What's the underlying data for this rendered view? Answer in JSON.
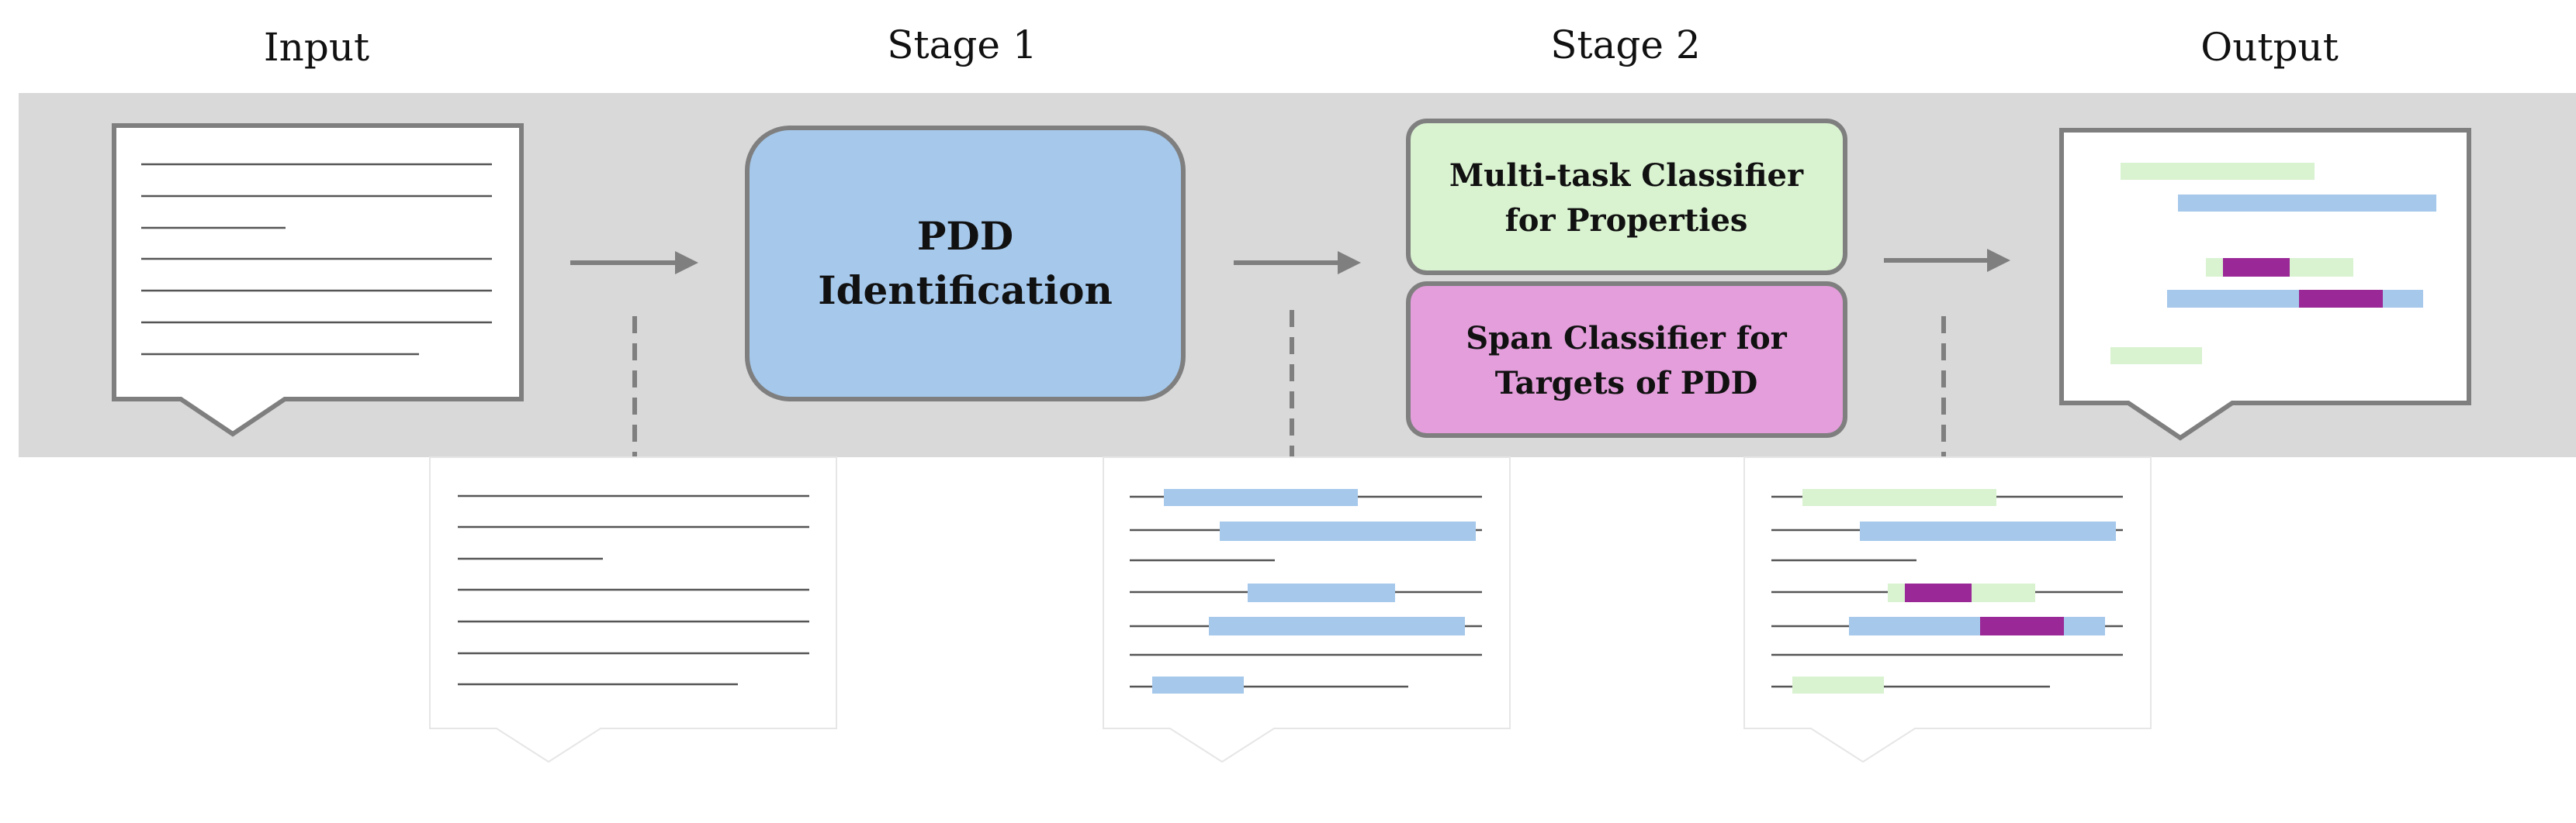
{
  "headers": {
    "input": "Input",
    "stage1": "Stage 1",
    "stage2": "Stage 2",
    "output": "Output"
  },
  "stage1_box": {
    "line1": "PDD",
    "line2": "Identification"
  },
  "stage2_boxes": {
    "properties": {
      "line1": "Multi-task Classifier",
      "line2": "for Properties"
    },
    "targets": {
      "line1": "Span Classifier for",
      "line2": "Targets of PDD"
    }
  },
  "colors": {
    "band": "#d9d9d9",
    "outline": "#7f7f7f",
    "pdd_blue": "#a5c8eb",
    "property_green": "#d9f2d0",
    "target_pink": "#e39edb",
    "target_purple": "#9a2896",
    "text_line": "#666666"
  },
  "icons": {
    "arrow": "right-arrow-icon",
    "document": "document-callout-icon"
  }
}
